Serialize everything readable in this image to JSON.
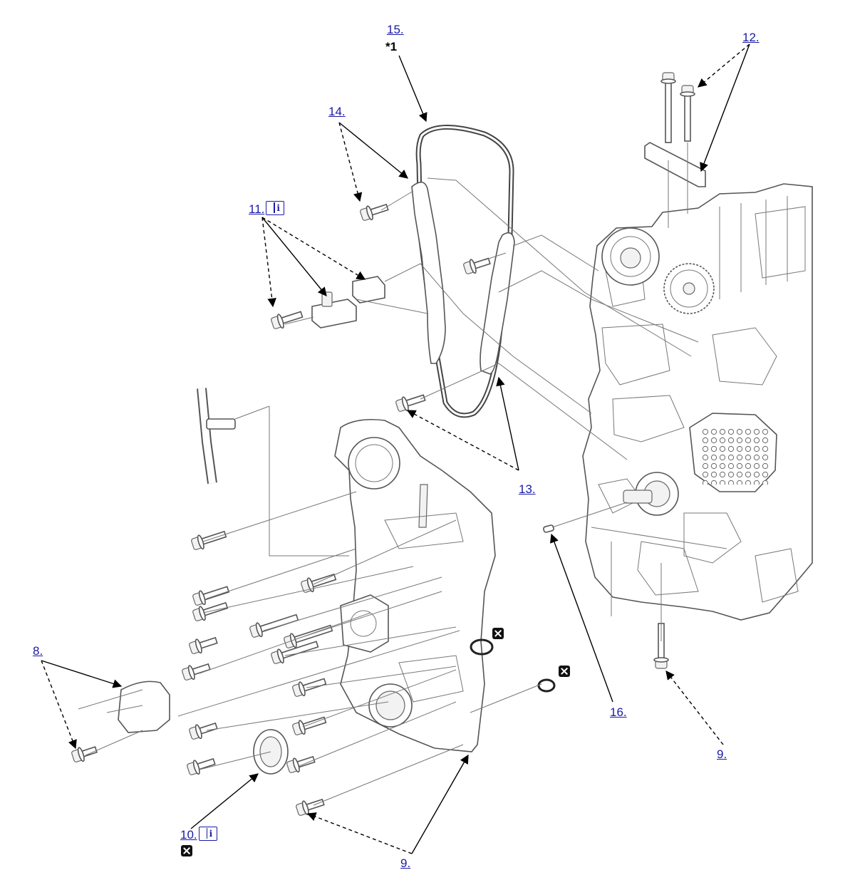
{
  "callouts": {
    "c15": "15.",
    "c14": "14.",
    "c12": "12.",
    "c11": "11.",
    "c13": "13.",
    "c8": "8.",
    "c16": "16.",
    "c9a": "9.",
    "c9b": "9.",
    "c10": "10."
  },
  "notes": {
    "note1": "*1"
  },
  "icons": {
    "manual": "manual-book-icon",
    "replace": "replace-part-icon",
    "colors": {
      "callout": "#1a1aa6",
      "leader": "#000000",
      "line_art": "#555555"
    }
  }
}
